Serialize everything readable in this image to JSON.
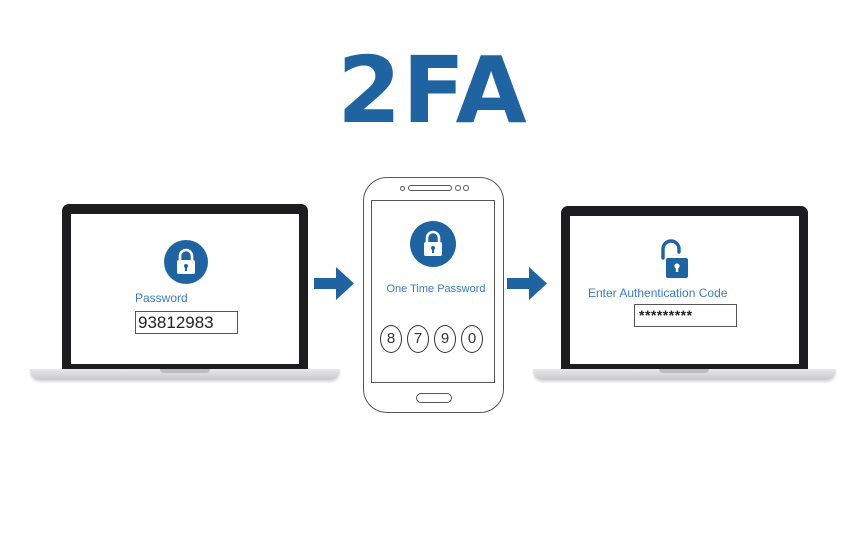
{
  "title": "2FA",
  "colors": {
    "brand": "#1f64a0",
    "label": "#3a7dc4",
    "text": "#222222"
  },
  "step1": {
    "label": "Password",
    "value": "93812983",
    "icon": "lock-closed-icon"
  },
  "step2": {
    "label": "One Time Password",
    "digits": [
      "8",
      "7",
      "9",
      "0"
    ],
    "icon": "lock-closed-icon"
  },
  "step3": {
    "label": "Enter Authentication Code",
    "value": "*********",
    "icon": "lock-open-icon"
  },
  "arrows": [
    "arrow-right-icon",
    "arrow-right-icon"
  ]
}
